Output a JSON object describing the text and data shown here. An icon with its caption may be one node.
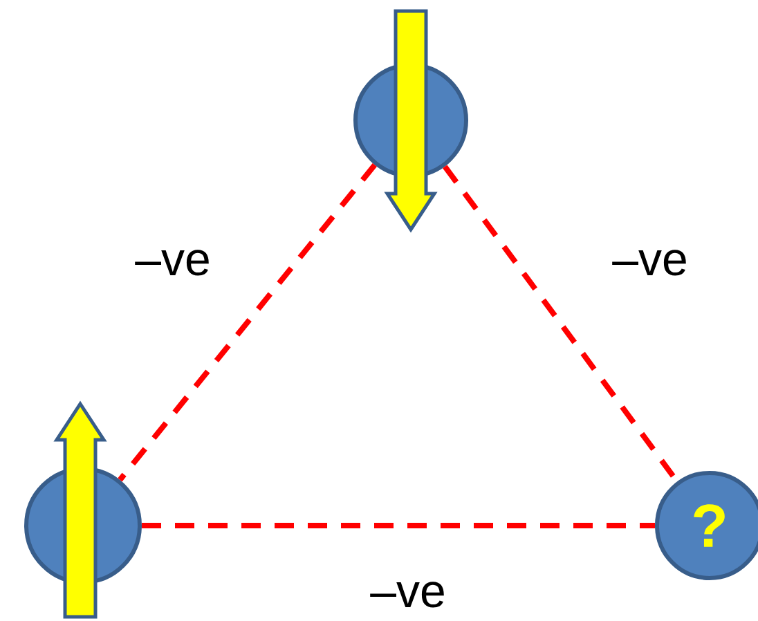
{
  "diagram": {
    "nodes": [
      {
        "text": [],
        "shape": "circle"
      },
      {
        "text": [],
        "shape": "circle"
      },
      {
        "text": [
          "?"
        ]
      }
    ],
    "edges": [
      {
        "from": 0,
        "to": 1,
        "arrow": "none",
        "style": "dashed",
        "label": "–ve"
      },
      {
        "from": 0,
        "to": 2,
        "arrow": "none",
        "style": "dashed",
        "label": "–ve"
      },
      {
        "from": 1,
        "to": 2,
        "arrow": "none",
        "style": "dashed",
        "label": "–ve"
      }
    ]
  }
}
